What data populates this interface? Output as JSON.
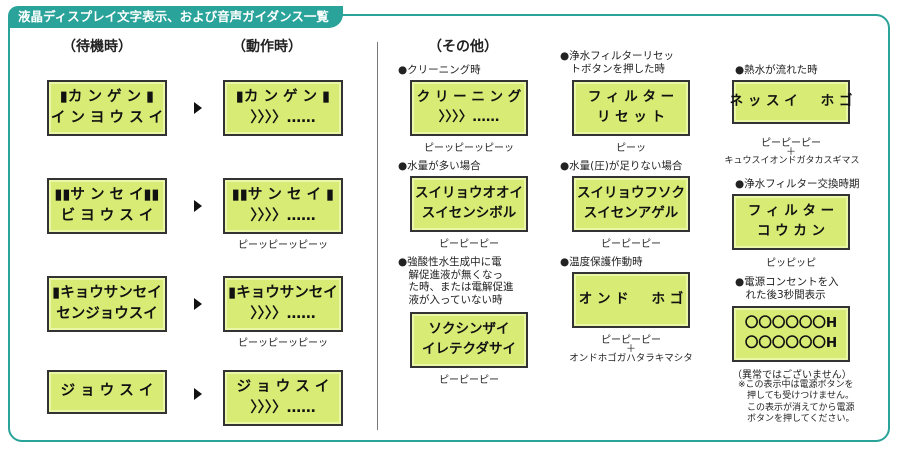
{
  "title": "液晶ディスプレイ文字表示、および音声ガイダンス一覧",
  "headers": {
    "standby": "（待機時）",
    "operating": "（動作時）",
    "other": "（その他）"
  },
  "left_rows": [
    {
      "standby": [
        "▮カ ン ゲ ン ▮",
        "イ ン ヨ ウ ス イ"
      ],
      "operating": [
        "▮カ ン ゲ ン ▮",
        "〉〉〉〉……"
      ],
      "sound": ""
    },
    {
      "standby": [
        "▮▮サ ン セ イ▮▮",
        "ビ ヨ ウ ス イ"
      ],
      "operating": [
        "▮▮サ ン セ イ ▮",
        "〉〉〉〉……"
      ],
      "sound": "ピーッピーッピーッ"
    },
    {
      "standby": [
        "▮キョウサンセイ",
        "センジョウスイ"
      ],
      "operating": [
        "▮キョウサンセイ",
        "〉〉〉〉……"
      ],
      "sound": "ピーッピーッピーッ"
    },
    {
      "standby": [
        "ジ ョ ウ ス イ"
      ],
      "operating": [
        "ジ ョ ウ ス イ",
        "〉〉〉〉……"
      ],
      "sound": ""
    }
  ],
  "other": {
    "cleaning": {
      "label": "●クリーニング時",
      "lcd": [
        "ク リ ー ニ ン グ",
        "〉〉〉〉……"
      ],
      "sound": "ピーッピーッピーッ"
    },
    "water_much": {
      "label": "●水量が多い場合",
      "lcd": [
        "スイリョウオオイ",
        "スイセンシボル"
      ],
      "sound": "ピーピーピー"
    },
    "strong_acid": {
      "label": "●強酸性水生成中に電\n　解促進液が無くなっ\n　た時、または電解促進\n　液が入っていない時",
      "lcd": [
        "ソクシンザイ",
        "イレテクダサイ"
      ],
      "sound": "ピーピーピー"
    },
    "filter_reset": {
      "label": "●浄水フィルターリセッ\n　トボタンを押した時",
      "lcd": [
        "フ ィ ル タ ー",
        "リ セ ッ ト"
      ],
      "sound": "ピーッ"
    },
    "water_low": {
      "label": "●水量(圧)が足りない場合",
      "lcd": [
        "スイリョウフソク",
        "スイセンアゲル"
      ],
      "sound": "ピーピーピー"
    },
    "temp_protect": {
      "label": "●温度保護作動時",
      "lcd": [
        "オ ン ド 　 ホ ゴ"
      ],
      "sound": "ピーピーピー",
      "plus": "＋",
      "voice": "オンドホゴガハタラキマシタ"
    },
    "hot_water": {
      "label": "●熱水が流れた時",
      "lcd": [
        "ネ ッ ス イ 　 ホ ゴ"
      ],
      "sound": "ピーピーピー",
      "plus": "＋",
      "voice": "キュウスイオンドガタカスギマス"
    },
    "filter_change": {
      "label": "●浄水フィルター交換時期",
      "lcd": [
        "フ ィ ル タ ー",
        "コ ウ カ ン"
      ],
      "sound": "ピッピッピ"
    },
    "power_on": {
      "label": "●電源コンセントを入\n　れた後3秒間表示",
      "lcd": [
        "〇〇〇〇〇〇H",
        "〇〇〇〇〇〇H"
      ],
      "caption": "（異常ではございません）",
      "note": "※この表示中は電源ボタンを\n　押しても受けつけません。\n　この表示が消えてから電源\n　ボタンを押してください。"
    }
  }
}
